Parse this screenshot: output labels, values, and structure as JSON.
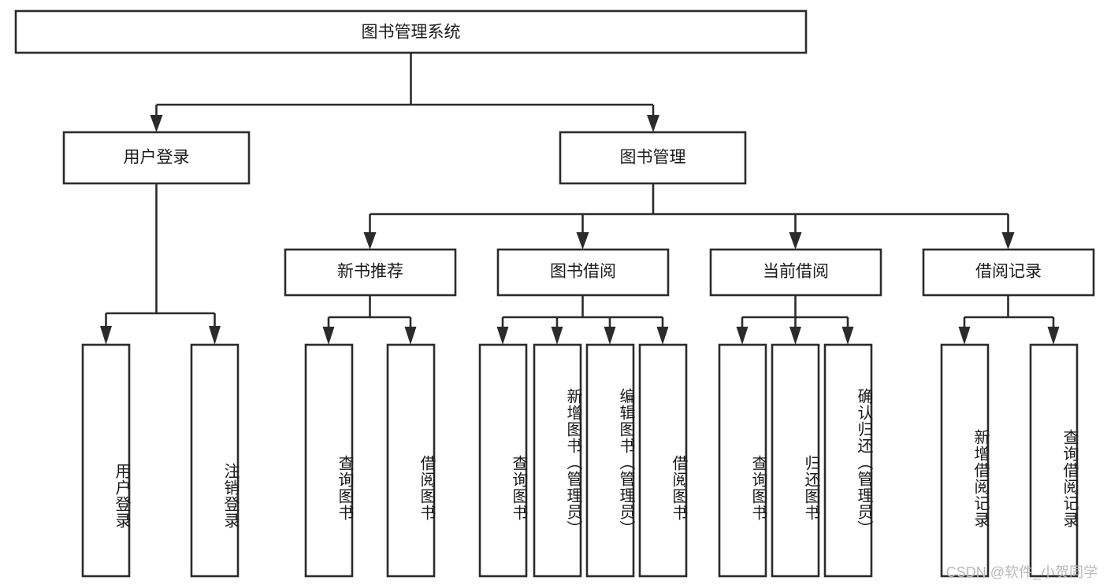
{
  "diagram": {
    "type": "tree-hierarchy",
    "title": "图书管理系统",
    "watermark": "CSDN @软件_小贺同学",
    "colors": {
      "stroke": "#2b2b2b",
      "fill": "#ffffff",
      "text": "#1a1a1a",
      "watermark": "#b9b9b9"
    },
    "levels": {
      "root_label": "图书管理系统",
      "level2": [
        {
          "id": "user-login",
          "label": "用户登录"
        },
        {
          "id": "book-manage",
          "label": "图书管理"
        }
      ],
      "level3": [
        {
          "id": "new-book-recommend",
          "label": "新书推荐"
        },
        {
          "id": "book-borrow",
          "label": "图书借阅"
        },
        {
          "id": "current-borrow",
          "label": "当前借阅"
        },
        {
          "id": "borrow-record",
          "label": "借阅记录"
        }
      ],
      "leaves": {
        "user-login": [
          {
            "id": "leaf-user-login",
            "label": "用户登录"
          },
          {
            "id": "leaf-logout",
            "label": "注销登录"
          }
        ],
        "new-book-recommend": [
          {
            "id": "leaf-query-book-1",
            "label": "查询图书"
          },
          {
            "id": "leaf-borrow-book-1",
            "label": "借阅图书"
          }
        ],
        "book-borrow": [
          {
            "id": "leaf-query-book-2",
            "label": "查询图书"
          },
          {
            "id": "leaf-add-book",
            "label": "新增图书（管理员）"
          },
          {
            "id": "leaf-edit-book",
            "label": "编辑图书（管理员）"
          },
          {
            "id": "leaf-borrow-book-2",
            "label": "借阅图书"
          }
        ],
        "current-borrow": [
          {
            "id": "leaf-query-book-3",
            "label": "查询图书"
          },
          {
            "id": "leaf-return-book",
            "label": "归还图书"
          },
          {
            "id": "leaf-confirm-return",
            "label": "确认归还（管理员）"
          }
        ],
        "borrow-record": [
          {
            "id": "leaf-add-record",
            "label": "新增借阅记录"
          },
          {
            "id": "leaf-query-record",
            "label": "查询借阅记录"
          }
        ]
      }
    }
  }
}
